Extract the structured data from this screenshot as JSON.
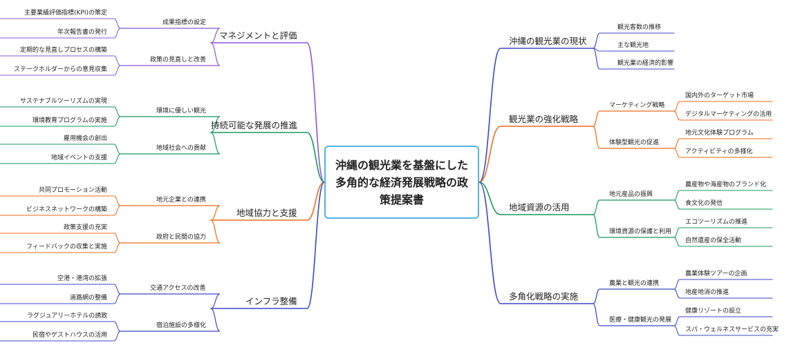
{
  "title": "沖縄の観光業を基盤にした多角的な経済発展戦略の政策提案書",
  "colors": {
    "purple": "#8a55d8",
    "blue": "#3a47c8",
    "orange": "#ef6a1a",
    "green": "#13995a",
    "center_border": "#4fb4e0"
  },
  "right": [
    {
      "label": "沖縄の観光業の現状",
      "color": "blue",
      "children": [
        {
          "label": "観光客数の推移"
        },
        {
          "label": "主な観光地"
        },
        {
          "label": "観光業の経済的影響"
        }
      ]
    },
    {
      "label": "観光業の強化戦略",
      "color": "orange",
      "children": [
        {
          "label": "マーケティング戦略",
          "children": [
            {
              "label": "国内外のターゲット市場"
            },
            {
              "label": "デジタルマーケティングの活用"
            }
          ]
        },
        {
          "label": "体験型観光の促進",
          "children": [
            {
              "label": "地元文化体験プログラム"
            },
            {
              "label": "アクティビティの多様化"
            }
          ]
        }
      ]
    },
    {
      "label": "地域資源の活用",
      "color": "green",
      "children": [
        {
          "label": "地元産品の振興",
          "children": [
            {
              "label": "農産物や海産物のブランド化"
            },
            {
              "label": "食文化の発信"
            }
          ]
        },
        {
          "label": "環境資源の保護と利用",
          "children": [
            {
              "label": "エコツーリズムの推進"
            },
            {
              "label": "自然遺産の保全活動"
            }
          ]
        }
      ]
    },
    {
      "label": "多角化戦略の実施",
      "color": "blue",
      "children": [
        {
          "label": "農業と観光の連携",
          "children": [
            {
              "label": "農業体験ツアーの企画"
            },
            {
              "label": "地産地消の推進"
            }
          ]
        },
        {
          "label": "医療・健康観光の発展",
          "children": [
            {
              "label": "健康リゾートの設立"
            },
            {
              "label": "スパ・ウェルネスサービスの充実"
            }
          ]
        }
      ]
    }
  ],
  "left": [
    {
      "label": "マネジメントと評価",
      "color": "purple",
      "children": [
        {
          "label": "成果指標の設定",
          "children": [
            {
              "label": "主要業績評価指標(KPI)の策定"
            },
            {
              "label": "年次報告書の発行"
            }
          ]
        },
        {
          "label": "政策の見直しと改善",
          "children": [
            {
              "label": "定期的な見直しプロセスの構築"
            },
            {
              "label": "ステークホルダーからの意見収集"
            }
          ]
        }
      ]
    },
    {
      "label": "持続可能な発展の推進",
      "color": "green",
      "children": [
        {
          "label": "環境に優しい観光",
          "children": [
            {
              "label": "サステナブルツーリズムの実現"
            },
            {
              "label": "環境教育プログラムの実施"
            }
          ]
        },
        {
          "label": "地域社会への貢献",
          "children": [
            {
              "label": "雇用機会の創出"
            },
            {
              "label": "地域イベントの支援"
            }
          ]
        }
      ]
    },
    {
      "label": "地域協力と支援",
      "color": "orange",
      "children": [
        {
          "label": "地元企業との連携",
          "children": [
            {
              "label": "共同プロモーション活動"
            },
            {
              "label": "ビジネスネットワークの構築"
            }
          ]
        },
        {
          "label": "政府と民間の協力",
          "children": [
            {
              "label": "政策支援の充実"
            },
            {
              "label": "フィードバックの収集と実施"
            }
          ]
        }
      ]
    },
    {
      "label": "インフラ整備",
      "color": "blue",
      "children": [
        {
          "label": "交通アクセスの改善",
          "children": [
            {
              "label": "空港・港湾の拡張"
            },
            {
              "label": "道路網の整備"
            }
          ]
        },
        {
          "label": "宿泊施設の多様化",
          "children": [
            {
              "label": "ラグジュアリーホテルの誘致"
            },
            {
              "label": "民宿やゲストハウスの活用"
            }
          ]
        }
      ]
    }
  ]
}
